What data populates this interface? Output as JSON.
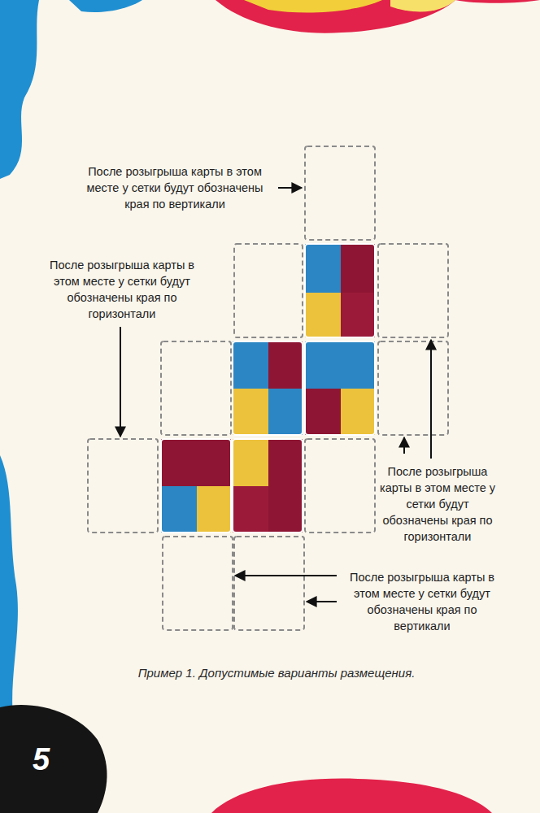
{
  "diagram": {
    "caption": "Пример 1. Допустимые варианты размещения.",
    "labels": [
      "После розыгрыша карты в этом месте у сетки будут обозначены края по вертикали",
      "После розыгрыша карты в этом месте у сетки будут обозначены края по горизонтали",
      "После розыгрыша карты в этом месте у сетки будут обозначены края по горизонтали",
      "После розыгрыша карты в этом месте у сетки будут обозначены края по вертикали",
      "5"
    ]
  }
}
